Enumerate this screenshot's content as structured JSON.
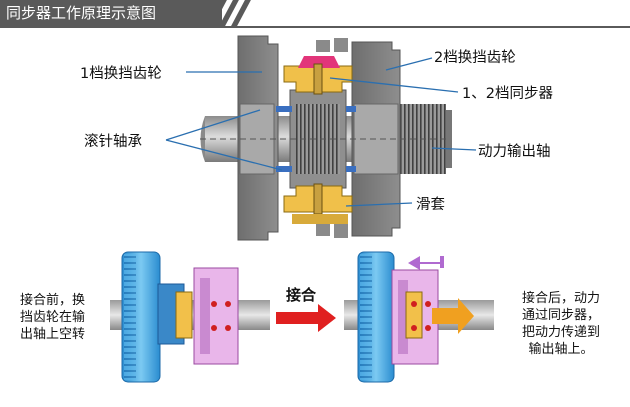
{
  "title": "同步器工作原理示意图",
  "labels": {
    "gear1": "1档换挡齿轮",
    "gear2": "2档换挡齿轮",
    "synchronizer": "1、2档同步器",
    "needle_bearing": "滚针轴承",
    "output_shaft": "动力输出轴",
    "sleeve": "滑套"
  },
  "bottom": {
    "before_lines": [
      "接合前，换",
      "挡齿轮在输",
      "出轴上空转"
    ],
    "engage": "接合",
    "after_lines": [
      "接合后，动力",
      "通过同步器，",
      "把动力传递到",
      "输出轴上。"
    ]
  },
  "colors": {
    "gear_body": "#7d7d7d",
    "shaft": "#b8b8b8",
    "gear_blue": "#4aa8e0",
    "synchro_pink": "#e6b3e8",
    "arrow_red": "#e02020",
    "arrow_orange": "#f0a020",
    "leader_blue": "#2a6fb0"
  }
}
